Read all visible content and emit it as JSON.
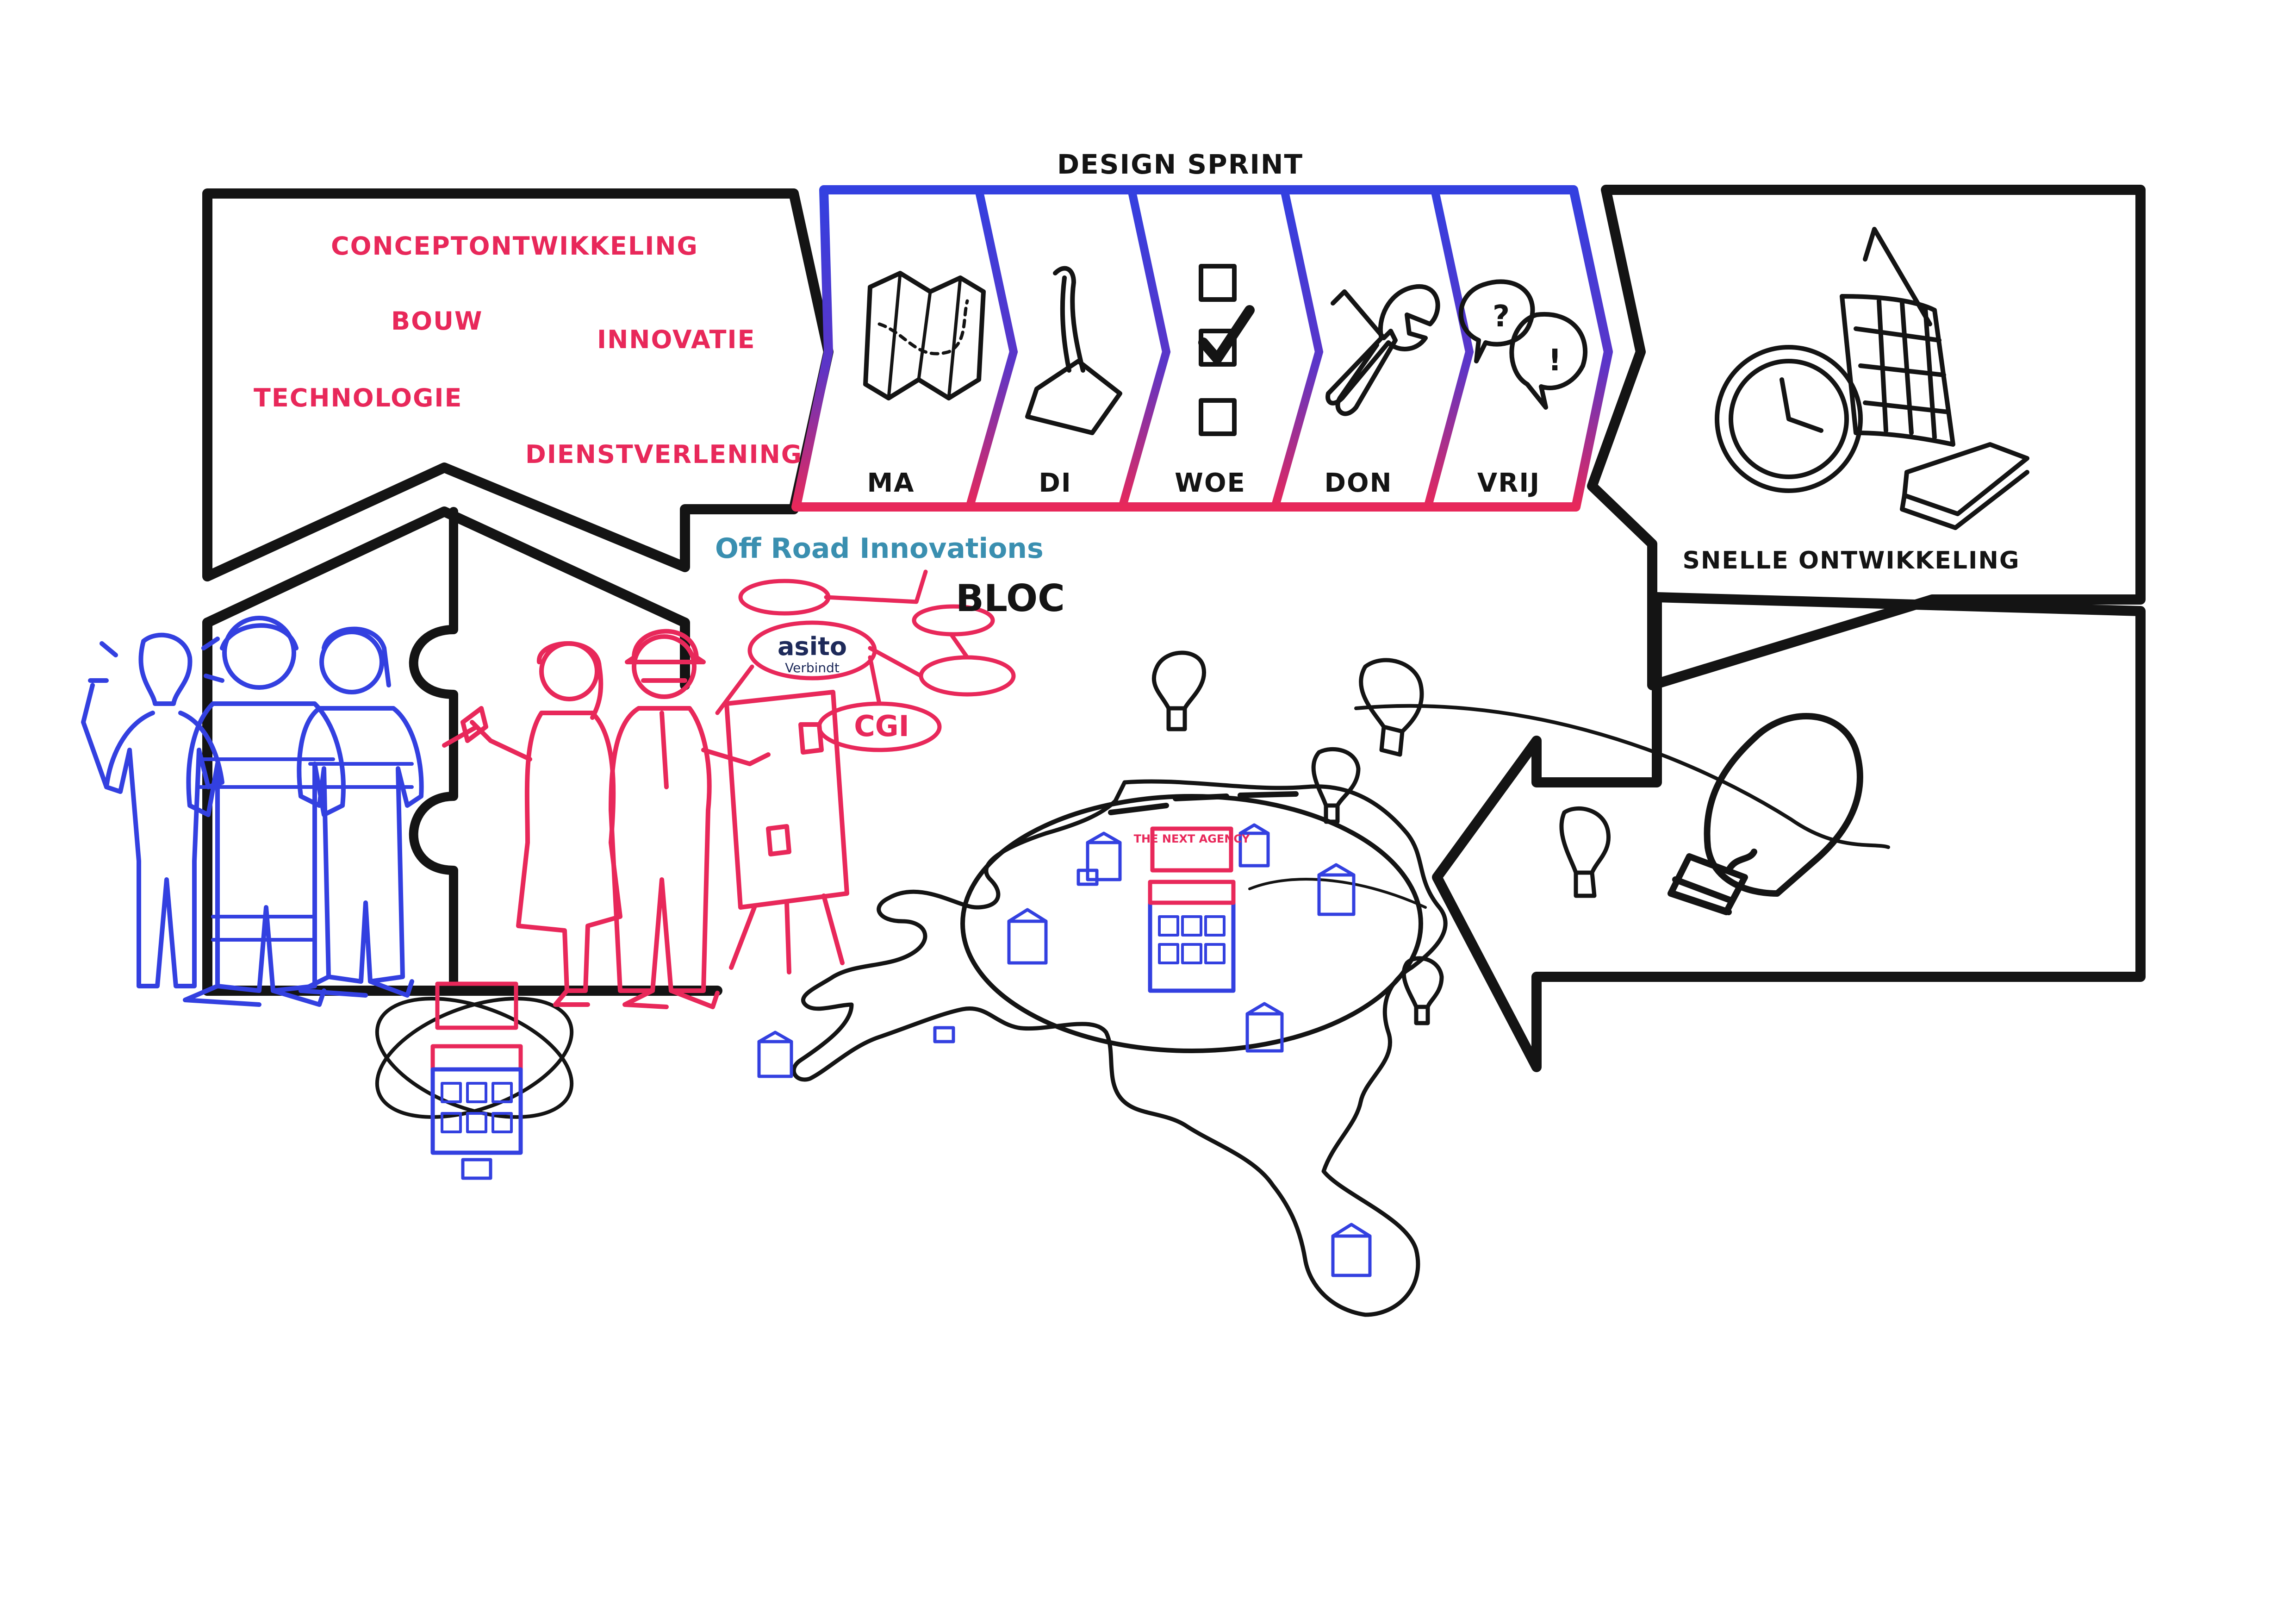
{
  "sprint": {
    "title": "DESIGN SPRINT",
    "days": [
      {
        "label": "MA",
        "icon": "map-icon"
      },
      {
        "label": "DI",
        "icon": "shovel-icon"
      },
      {
        "label": "WOE",
        "icon": "checklist-icon"
      },
      {
        "label": "DON",
        "icon": "tools-icon"
      },
      {
        "label": "VRIJ",
        "icon": "speech-bubbles-icon"
      }
    ]
  },
  "left_arrow": {
    "topics": [
      "CONCEPTONTWIKKELING",
      "BOUW",
      "INNOVATIE",
      "TECHNOLOGIE",
      "DIENSTVERLENING"
    ]
  },
  "right_arrow": {
    "label": "SNELLE ONTWIKKELING",
    "icon": "calendar-clock-icon"
  },
  "partners": {
    "heading": "Off Road Innovations",
    "logos": [
      "BLOC",
      "asito",
      "Verbindt",
      "CGI"
    ]
  },
  "agency_sign": "THE NEXT AGENCY",
  "colors": {
    "red": "#e8285a",
    "blue": "#3340e0",
    "teal": "#3a8fb0",
    "ink": "#141414"
  }
}
